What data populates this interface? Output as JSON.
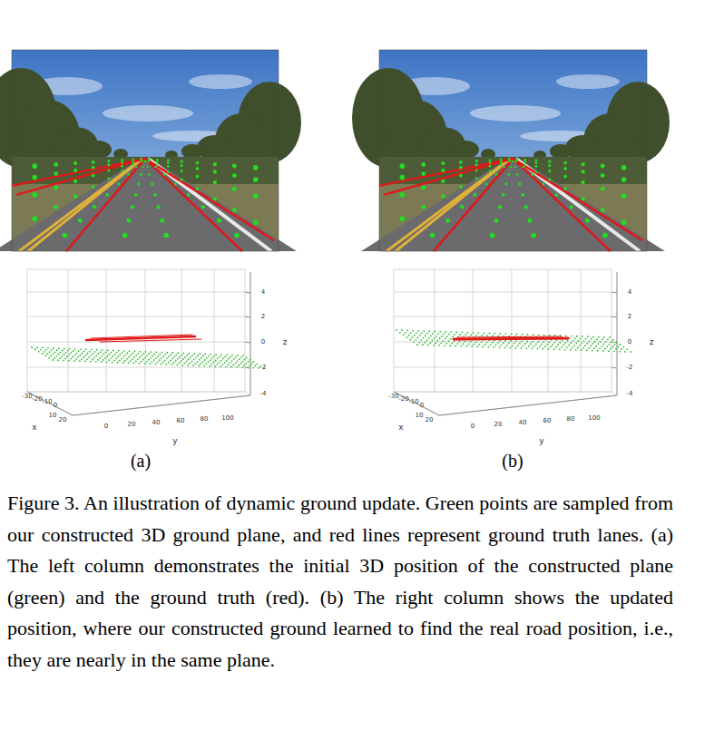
{
  "diagram": {
    "caption": "Figure 3. An illustration of dynamic ground update. Green points are sampled from our constructed 3D ground plane, and red lines represent ground truth lanes. (a) The left column demonstrates the initial 3D position of the constructed plane (green) and the ground truth (red). (b) The right column shows the updated position, where our constructed ground learned to find the real road position, i.e., they are nearly in the same plane.",
    "labels": [
      "4",
      "2",
      "0",
      "-2",
      "-4",
      "z",
      "0",
      "20",
      "40",
      "60",
      "80",
      "100",
      "y",
      "-30",
      "-20",
      "-10",
      "0",
      "10",
      "20",
      "x",
      "(a)",
      "4",
      "2",
      "0",
      "-2",
      "-4",
      "z",
      "0",
      "20",
      "40",
      "60",
      "80",
      "100",
      "y",
      "-30",
      "-20",
      "-10",
      "0",
      "10",
      "20",
      "x",
      "(b)"
    ]
  }
}
